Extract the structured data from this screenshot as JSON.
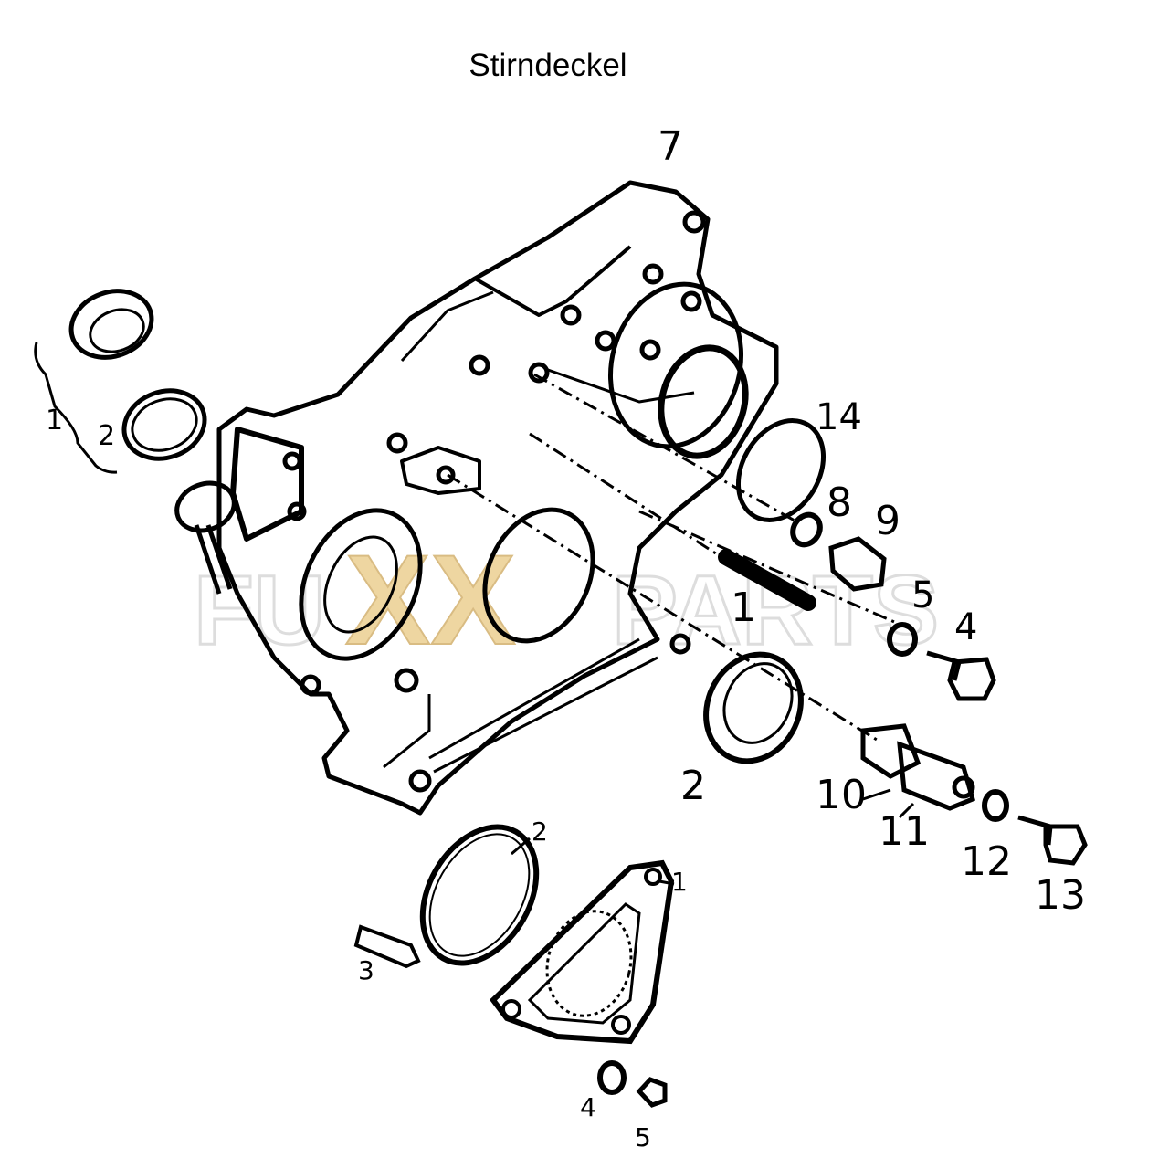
{
  "title": "Stirndeckel",
  "watermark": {
    "left": "FU",
    "mid": "XX",
    "right": "PARTS"
  },
  "colors": {
    "ink": "#000000",
    "watermark_gray": "#d8d8d8",
    "watermark_gold": "#e8c57a"
  },
  "callouts_main": [
    "1",
    "2",
    "1",
    "2",
    "4",
    "5",
    "7",
    "8",
    "9",
    "10",
    "11",
    "12",
    "13",
    "14"
  ],
  "callouts_detail": [
    "1",
    "2",
    "3",
    "4",
    "5"
  ]
}
